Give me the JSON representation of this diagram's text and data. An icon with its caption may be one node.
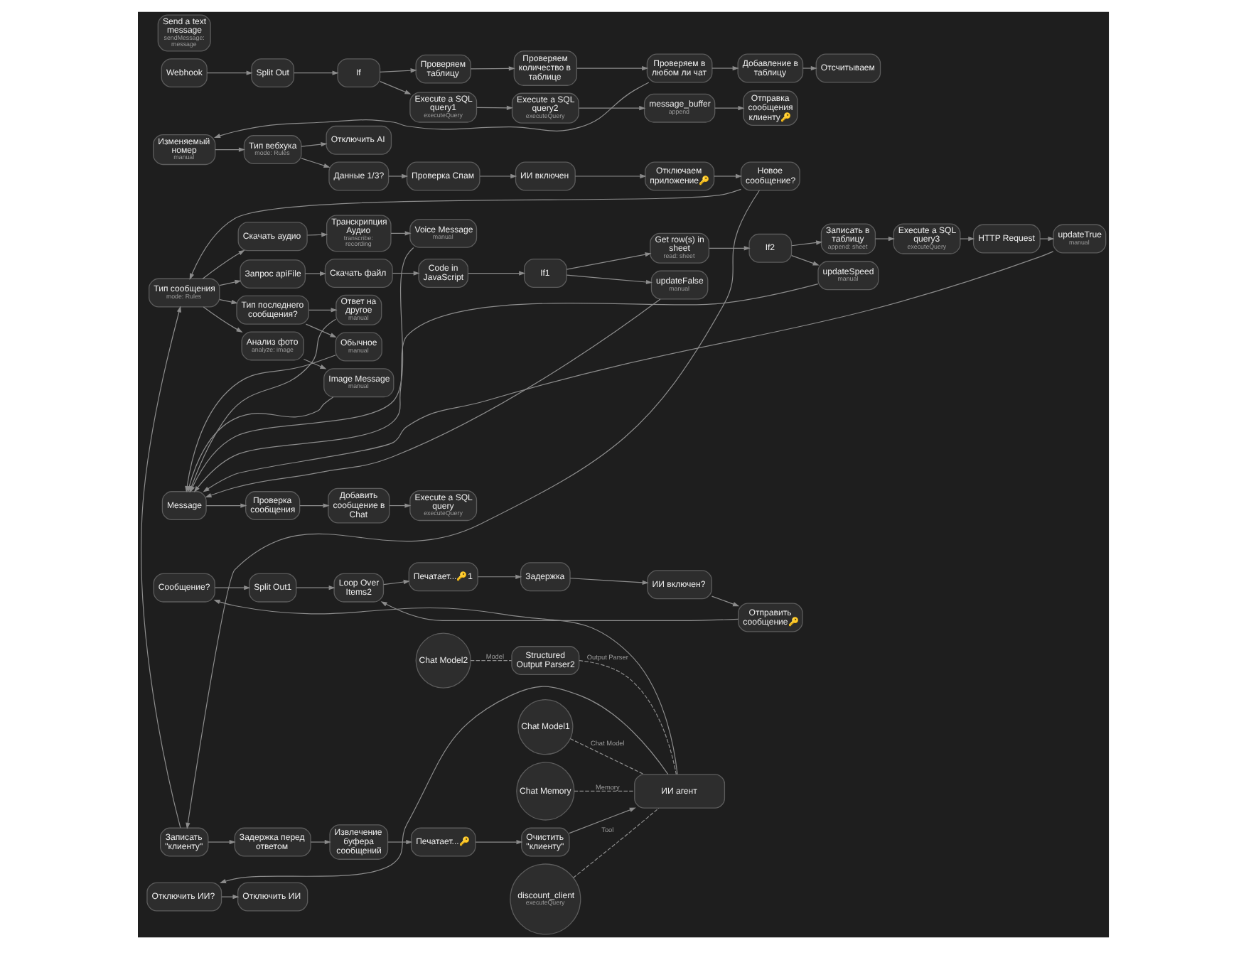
{
  "diagram": {
    "nodes": [
      {
        "text": [
          "Webhook"
        ]
      },
      {
        "text": [
          "Split Out"
        ]
      },
      {
        "text": [
          "If"
        ]
      },
      {
        "text": [
          "Проверяем таблицу"
        ]
      },
      {
        "text": [
          "Проверяем количество в таблице"
        ]
      },
      {
        "text": [
          "Проверяем в любом ли чат"
        ]
      },
      {
        "text": [
          "Добавление в таблицу"
        ]
      },
      {
        "text": [
          "Отсчитываем"
        ]
      },
      {
        "text": [
          "Изменяемый номер",
          "manual"
        ]
      },
      {
        "text": [
          "Тип вебхука",
          "mode: Rules"
        ]
      },
      {
        "text": [
          "Данные 1/3?"
        ]
      },
      {
        "text": [
          "Проверка Спам"
        ]
      },
      {
        "text": [
          "ИИ включен"
        ]
      },
      {
        "text": [
          "Отключаем приложение🔑"
        ]
      },
      {
        "text": [
          "Новое сообщение?"
        ]
      },
      {
        "text": [
          "Отключить AI"
        ]
      },
      {
        "text": [
          "Execute a SQL query1",
          "executeQuery"
        ]
      },
      {
        "text": [
          "Execute a SQL query2",
          "executeQuery"
        ]
      },
      {
        "text": [
          "message_buffer",
          "append"
        ]
      },
      {
        "text": [
          "Отправка сообщения клиенту🔑"
        ]
      },
      {
        "text": [
          "Тип сообщения",
          "mode: Rules"
        ]
      },
      {
        "text": [
          "Тип последнего сообщения?"
        ]
      },
      {
        "text": [
          "Обычное",
          "manual"
        ]
      },
      {
        "text": [
          "Ответ на другое",
          "manual"
        ]
      },
      {
        "text": [
          "Анализ фото",
          "analyze: image"
        ]
      },
      {
        "text": [
          "Image Message",
          "manual"
        ]
      },
      {
        "text": [
          "Скачать аудио"
        ]
      },
      {
        "text": [
          "Транскрипция Аудио",
          "transcribe: recording"
        ]
      },
      {
        "text": [
          "Voice Message",
          "manual"
        ]
      },
      {
        "text": [
          "Запрос apiFile"
        ]
      },
      {
        "text": [
          "Скачать файл"
        ]
      },
      {
        "text": [
          "Code in JavaScript"
        ]
      },
      {
        "text": [
          "If1"
        ]
      },
      {
        "text": [
          "Get row(s) in sheet",
          "read: sheet"
        ]
      },
      {
        "text": [
          "If2"
        ]
      },
      {
        "text": [
          "updateSpeed",
          "manual"
        ]
      },
      {
        "text": [
          "Записать в таблицу",
          "append: sheet"
        ]
      },
      {
        "text": [
          "Execute a SQL query3",
          "executeQuery"
        ]
      },
      {
        "text": [
          "HTTP Request"
        ]
      },
      {
        "text": [
          "updateTrue",
          "manual"
        ]
      },
      {
        "text": [
          "updateFalse",
          "manual"
        ]
      },
      {
        "text": [
          "Message"
        ]
      },
      {
        "text": [
          "Проверка сообщения"
        ]
      },
      {
        "text": [
          "Добавить сообщение в Chat"
        ]
      },
      {
        "text": [
          "Execute a SQL query",
          "executeQuery"
        ]
      },
      {
        "text": [
          "Send a text message",
          "sendMessage: message"
        ]
      },
      {
        "text": [
          "Записать \"клиенту\""
        ]
      },
      {
        "text": [
          "Задержка перед ответом"
        ]
      },
      {
        "text": [
          "Извлечение буфера сообщений"
        ]
      },
      {
        "text": [
          "Печатает...🔑"
        ]
      },
      {
        "text": [
          "Очистить \"клиенту\""
        ]
      },
      {
        "text": [
          "ИИ агент"
        ]
      },
      {
        "text": [
          "Chat Model1"
        ]
      },
      {
        "text": [
          "Chat Memory"
        ]
      },
      {
        "text": [
          "discount_client",
          "executeQuery"
        ]
      },
      {
        "text": [
          "Structured Output Parser2"
        ]
      },
      {
        "text": [
          "Chat Model2"
        ]
      },
      {
        "text": [
          "Сообщение?"
        ]
      },
      {
        "text": [
          "Split Out1"
        ]
      },
      {
        "text": [
          "Loop Over Items2"
        ]
      },
      {
        "text": [
          "Печатает...🔑1"
        ]
      },
      {
        "text": [
          "Задержка"
        ]
      },
      {
        "text": [
          "ИИ включен?"
        ]
      },
      {
        "text": [
          "Отправить сообщение🔑"
        ]
      },
      {
        "text": [
          "Отключить ИИ?"
        ]
      },
      {
        "text": [
          "Отключить ИИ"
        ]
      }
    ],
    "edges": [
      {
        "from": 0,
        "to": 1,
        "arrow": "to"
      },
      {
        "from": 1,
        "to": 2,
        "arrow": "to"
      },
      {
        "from": 2,
        "to": 3,
        "arrow": "to"
      },
      {
        "from": 2,
        "to": 16,
        "arrow": "to"
      },
      {
        "from": 3,
        "to": 4,
        "arrow": "to"
      },
      {
        "from": 4,
        "to": 5,
        "arrow": "to"
      },
      {
        "from": 5,
        "to": 6,
        "arrow": "to"
      },
      {
        "from": 6,
        "to": 7,
        "arrow": "to"
      },
      {
        "from": 5,
        "to": 8,
        "arrow": "to"
      },
      {
        "from": 8,
        "to": 9,
        "arrow": "to"
      },
      {
        "from": 9,
        "to": 10,
        "arrow": "to"
      },
      {
        "from": 9,
        "to": 15,
        "arrow": "to"
      },
      {
        "from": 10,
        "to": 11,
        "arrow": "to"
      },
      {
        "from": 11,
        "to": 12,
        "arrow": "to"
      },
      {
        "from": 12,
        "to": 13,
        "arrow": "to"
      },
      {
        "from": 13,
        "to": 14,
        "arrow": "to"
      },
      {
        "from": 14,
        "to": 20,
        "arrow": "to"
      },
      {
        "from": 14,
        "to": 46,
        "arrow": "to"
      },
      {
        "from": 16,
        "to": 17,
        "arrow": "to"
      },
      {
        "from": 17,
        "to": 18,
        "arrow": "to"
      },
      {
        "from": 18,
        "to": 19,
        "arrow": "to"
      },
      {
        "from": 20,
        "to": 21,
        "arrow": "to"
      },
      {
        "from": 20,
        "to": 24,
        "arrow": "to"
      },
      {
        "from": 20,
        "to": 26,
        "arrow": "to"
      },
      {
        "from": 20,
        "to": 29,
        "arrow": "to"
      },
      {
        "from": 21,
        "to": 22,
        "arrow": "to"
      },
      {
        "from": 21,
        "to": 23,
        "arrow": "to"
      },
      {
        "from": 22,
        "to": 41,
        "arrow": "to"
      },
      {
        "from": 23,
        "to": 41,
        "arrow": "to"
      },
      {
        "from": 24,
        "to": 25,
        "arrow": "to"
      },
      {
        "from": 25,
        "to": 41,
        "arrow": "to"
      },
      {
        "from": 26,
        "to": 27,
        "arrow": "to"
      },
      {
        "from": 27,
        "to": 28,
        "arrow": "to"
      },
      {
        "from": 28,
        "to": 41,
        "arrow": "to"
      },
      {
        "from": 29,
        "to": 30,
        "arrow": "to"
      },
      {
        "from": 30,
        "to": 31,
        "arrow": "to"
      },
      {
        "from": 31,
        "to": 32,
        "arrow": "to"
      },
      {
        "from": 32,
        "to": 33,
        "arrow": "to"
      },
      {
        "from": 32,
        "to": 40,
        "arrow": "to"
      },
      {
        "from": 33,
        "to": 34,
        "arrow": "to"
      },
      {
        "from": 34,
        "to": 35,
        "arrow": "to"
      },
      {
        "from": 34,
        "to": 36,
        "arrow": "to"
      },
      {
        "from": 35,
        "to": 41,
        "arrow": "to"
      },
      {
        "from": 36,
        "to": 37,
        "arrow": "to"
      },
      {
        "from": 37,
        "to": 38,
        "arrow": "to"
      },
      {
        "from": 38,
        "to": 39,
        "arrow": "to"
      },
      {
        "from": 39,
        "to": 41,
        "arrow": "to"
      },
      {
        "from": 40,
        "to": 41,
        "arrow": "to"
      },
      {
        "from": 41,
        "to": 42,
        "arrow": "to"
      },
      {
        "from": 42,
        "to": 43,
        "arrow": "to"
      },
      {
        "from": 43,
        "to": 44,
        "arrow": "to"
      },
      {
        "from": 46,
        "to": 20,
        "arrow": "to"
      },
      {
        "from": 46,
        "to": 47,
        "arrow": "to"
      },
      {
        "from": 47,
        "to": 48,
        "arrow": "to"
      },
      {
        "from": 48,
        "to": 49,
        "arrow": "to"
      },
      {
        "from": 49,
        "to": 50,
        "arrow": "to"
      },
      {
        "from": 50,
        "to": 51,
        "arrow": "to"
      },
      {
        "from": 52,
        "to": 51,
        "arrow": "none",
        "style": "dashed",
        "label": "Chat Model"
      },
      {
        "from": 53,
        "to": 51,
        "arrow": "none",
        "style": "dashed",
        "label": "Memory"
      },
      {
        "from": 54,
        "to": 51,
        "arrow": "none",
        "style": "dashed",
        "label": "Tool"
      },
      {
        "from": 55,
        "to": 51,
        "arrow": "none",
        "style": "dashed",
        "label": "Output Parser"
      },
      {
        "from": 56,
        "to": 55,
        "arrow": "none",
        "style": "dashed",
        "label": "Model"
      },
      {
        "from": 51,
        "to": 57,
        "arrow": "to"
      },
      {
        "from": 51,
        "to": 64,
        "arrow": "to"
      },
      {
        "from": 57,
        "to": 58,
        "arrow": "to"
      },
      {
        "from": 58,
        "to": 59,
        "arrow": "to"
      },
      {
        "from": 59,
        "to": 60,
        "arrow": "to"
      },
      {
        "from": 60,
        "to": 61,
        "arrow": "to"
      },
      {
        "from": 61,
        "to": 62,
        "arrow": "to"
      },
      {
        "from": 62,
        "to": 63,
        "arrow": "to"
      },
      {
        "from": 63,
        "to": 59,
        "arrow": "to"
      },
      {
        "from": 64,
        "to": 65,
        "arrow": "to"
      }
    ]
  }
}
